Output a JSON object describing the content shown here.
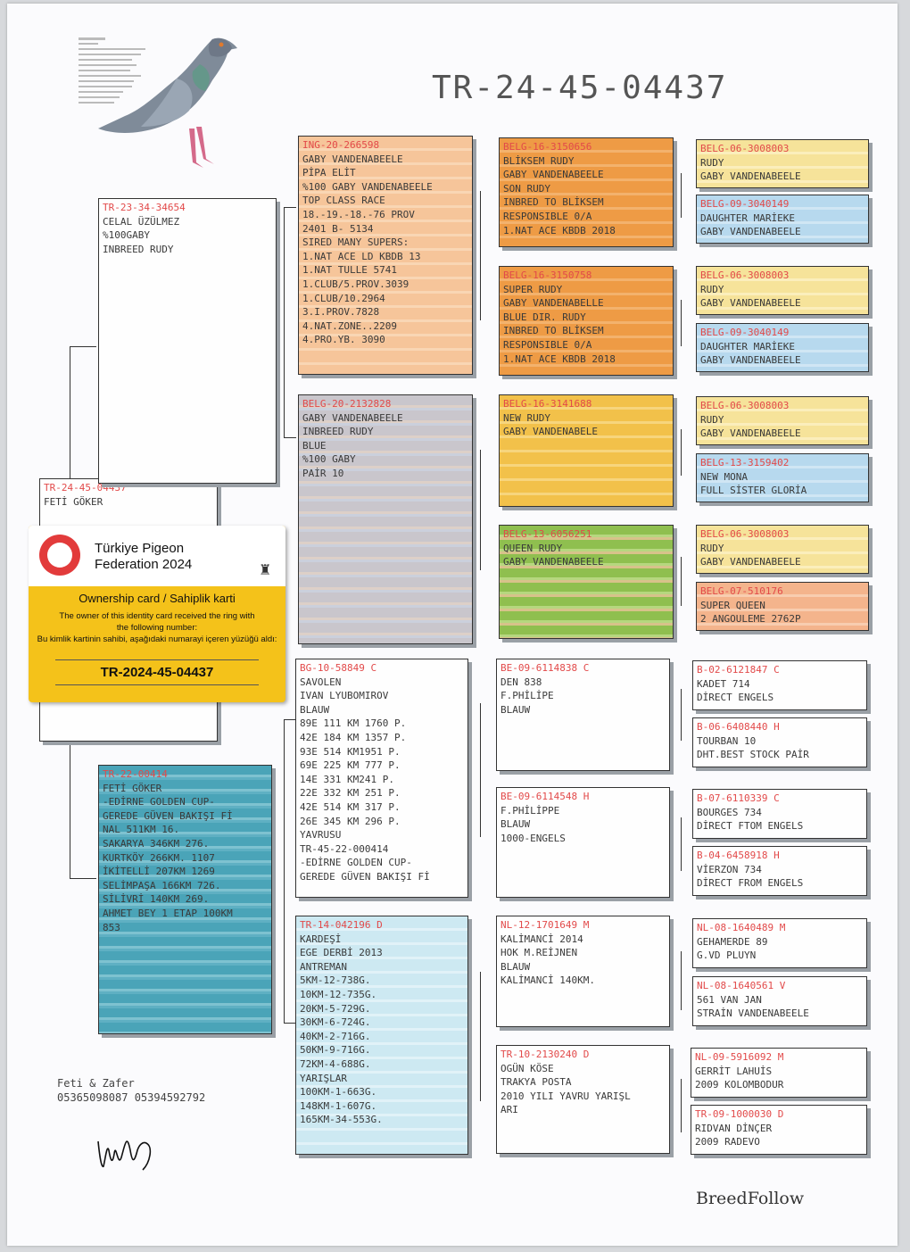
{
  "title": "TR-24-45-04437",
  "brand": "BreedFollow",
  "owner": {
    "name": "Feti & Zafer",
    "phones": "05365098087 05394592792"
  },
  "card": {
    "federation_line1": "Türkiye Pigeon",
    "federation_line2": "Federation 2024",
    "title": "Ownership card / Sahiplik karti",
    "text_line1": "The owner of this identity card received the ring with",
    "text_line2": "the following number:",
    "text_line3": "Bu kimlik kartinin sahibi, aşağıdaki numarayi içeren yüzüğü aldı:",
    "ring": "TR-2024-45-04437"
  },
  "subject": {
    "ring": "TR-24-45-04437",
    "lines": [
      "FETİ GÖKER"
    ]
  },
  "sire": {
    "ring": "TR-23-34-34654",
    "lines": [
      "CELAL ÜZÜLMEZ",
      "%100GABY",
      "INBREED RUDY"
    ]
  },
  "dam": {
    "ring": "TR-22-00414",
    "lines": [
      "FETİ GÖKER",
      "-EDİRNE GOLDEN CUP-",
      "GEREDE GÜVEN BAKIŞI Fİ",
      "NAL 511KM  16.",
      "SAKARYA 346KM 276.",
      "KURTKÖY 266KM. 1107",
      "İKİTELLİ 207KM 1269",
      "SELİMPAŞA 166KM 726.",
      "SİLİVRİ 140KM 269.",
      "AHMET BEY 1 ETAP 100KM",
      "  853"
    ]
  },
  "ss": {
    "ring": "ING-20-266598",
    "lines": [
      "GABY VANDENABEELE",
      "PİPA ELİT",
      "%100 GABY VANDENABEELE",
      "TOP CLASS RACE",
      "18.-19.-18.-76 PROV",
      "2401 B- 5134",
      "",
      "SIRED MANY SUPERS:",
      "1.NAT ACE LD KBDB 13",
      "1.NAT TULLE 5741",
      "1.CLUB/5.PROV.3039",
      "1.CLUB/10.2964",
      "3.I.PROV.7828",
      "4.NAT.ZONE..2209",
      "4.PRO.YB. 3090",
      ""
    ]
  },
  "sd": {
    "ring": "BELG-20-2132828",
    "lines": [
      "GABY VANDENABEELE",
      "INBREED RUDY",
      "BLUE",
      "%100 GABY",
      "PAİR 10"
    ]
  },
  "ds": {
    "ring": "BG-10-58849 C",
    "lines": [
      "SAVOLEN",
      "IVAN LYUBOMIROV",
      "BLAUW",
      "89E 111 KM 1760 P.",
      "42E 184 KM 1357 P.",
      "93E 514 KM1951 P.",
      "69E 225 KM 777 P.",
      "14E 331 KM241 P.",
      "22E 332 KM 251 P.",
      "42E 514 KM 317 P.",
      "26E 345 KM 296 P.",
      "    YAVRUSU",
      "  TR-45-22-000414",
      "-EDİRNE GOLDEN CUP-",
      "GEREDE GÜVEN BAKIŞI Fİ",
      ""
    ]
  },
  "dd": {
    "ring": "TR-14-042196 D",
    "lines": [
      "KARDEŞİ",
      "EGE DERBİ 2013",
      "ANTREMAN",
      "5KM-12-738G.",
      "10KM-12-735G.",
      "20KM-5-729G.",
      "30KM-6-724G.",
      "40KM-2-716G.",
      "50KM-9-716G.",
      "72KM-4-688G.",
      "",
      "YARIŞLAR",
      "100KM-1-663G.",
      "148KM-1-607G.",
      "165KM-34-553G.",
      ""
    ]
  },
  "sss": {
    "ring": "BELG-16-3150656",
    "lines": [
      "BLİKSEM RUDY",
      "GABY VANDENABEELE",
      "SON RUDY",
      "INBRED TO BLİKSEM",
      "RESPONSIBLE 0/A",
      "1.NAT ACE KBDB 2018"
    ]
  },
  "ssd": {
    "ring": "BELG-16-3150758",
    "lines": [
      "SUPER RUDY",
      "GABY VANDENABELLE",
      "BLUE DIR. RUDY",
      "INBRED TO BLİKSEM",
      "RESPONSIBLE 0/A",
      "1.NAT ACE KBDB 2018"
    ]
  },
  "sds": {
    "ring": "BELG-16-3141688",
    "lines": [
      "NEW RUDY",
      "GABY VANDENABELE"
    ]
  },
  "sdd": {
    "ring": "BELG-13-6056251",
    "lines": [
      "QUEEN RUDY",
      "GABY VANDENABEELE"
    ]
  },
  "dss": {
    "ring": "BE-09-6114838 C",
    "lines": [
      "DEN 838",
      "F.PHİLİPE",
      "BLAUW"
    ]
  },
  "dsd": {
    "ring": "BE-09-6114548 H",
    "lines": [
      "F.PHİLİPPE",
      "BLAUW",
      "1000-ENGELS"
    ]
  },
  "dds": {
    "ring": "NL-12-1701649 M",
    "lines": [
      "KALİMANCİ 2014",
      "HOK M.REİJNEN",
      "",
      "BLAUW",
      "",
      "KALİMANCİ 140KM."
    ]
  },
  "ddd": {
    "ring": "TR-10-2130240 D",
    "lines": [
      "OGÜN KÖSE",
      "TRAKYA POSTA",
      "",
      "2010 YILI YAVRU YARIŞL",
      "ARI"
    ]
  },
  "gen5": [
    {
      "ring": "BELG-06-3008003",
      "lines": [
        "RUDY",
        "GABY VANDENABEELE"
      ]
    },
    {
      "ring": "BELG-09-3040149",
      "lines": [
        "DAUGHTER MARİEKE",
        "GABY VANDENABEELE"
      ]
    },
    {
      "ring": "BELG-06-3008003",
      "lines": [
        "RUDY",
        "GABY VANDENABEELE"
      ]
    },
    {
      "ring": "BELG-09-3040149",
      "lines": [
        "DAUGHTER MARİEKE",
        "GABY VANDENABEELE"
      ]
    },
    {
      "ring": "BELG-06-3008003",
      "lines": [
        "RUDY",
        "GABY VANDENABEELE"
      ]
    },
    {
      "ring": "BELG-13-3159402",
      "lines": [
        "NEW MONA",
        "FULL SİSTER GLORİA"
      ]
    },
    {
      "ring": "BELG-06-3008003",
      "lines": [
        "RUDY",
        "GABY VANDENABEELE"
      ]
    },
    {
      "ring": "BELG-07-510176",
      "lines": [
        "SUPER QUEEN",
        "2 ANGOULEME 2762P"
      ]
    },
    {
      "ring": "B-02-6121847 C",
      "lines": [
        "KADET 714",
        "DİRECT ENGELS"
      ]
    },
    {
      "ring": "B-06-6408440 H",
      "lines": [
        "TOURBAN 10",
        "DHT.BEST STOCK PAİR"
      ]
    },
    {
      "ring": "B-07-6110339 C",
      "lines": [
        "BOURGES 734",
        "DİRECT FTOM ENGELS"
      ]
    },
    {
      "ring": "B-04-6458918 H",
      "lines": [
        "VİERZON  734",
        "DİRECT FROM ENGELS"
      ]
    },
    {
      "ring": "NL-08-1640489 M",
      "lines": [
        "GEHAMERDE 89",
        "G.VD PLUYN"
      ]
    },
    {
      "ring": "NL-08-1640561 V",
      "lines": [
        "561 VAN JAN",
        "STRAİN VANDENABEELE"
      ]
    },
    {
      "ring": "NL-09-5916092 M",
      "lines": [
        "GERRİT LAHUİS",
        "2009 KOLOMBODUR"
      ]
    },
    {
      "ring": "TR-09-1000030 D",
      "lines": [
        "RIDVAN DİNÇER",
        "2009 RADEVO"
      ]
    }
  ]
}
